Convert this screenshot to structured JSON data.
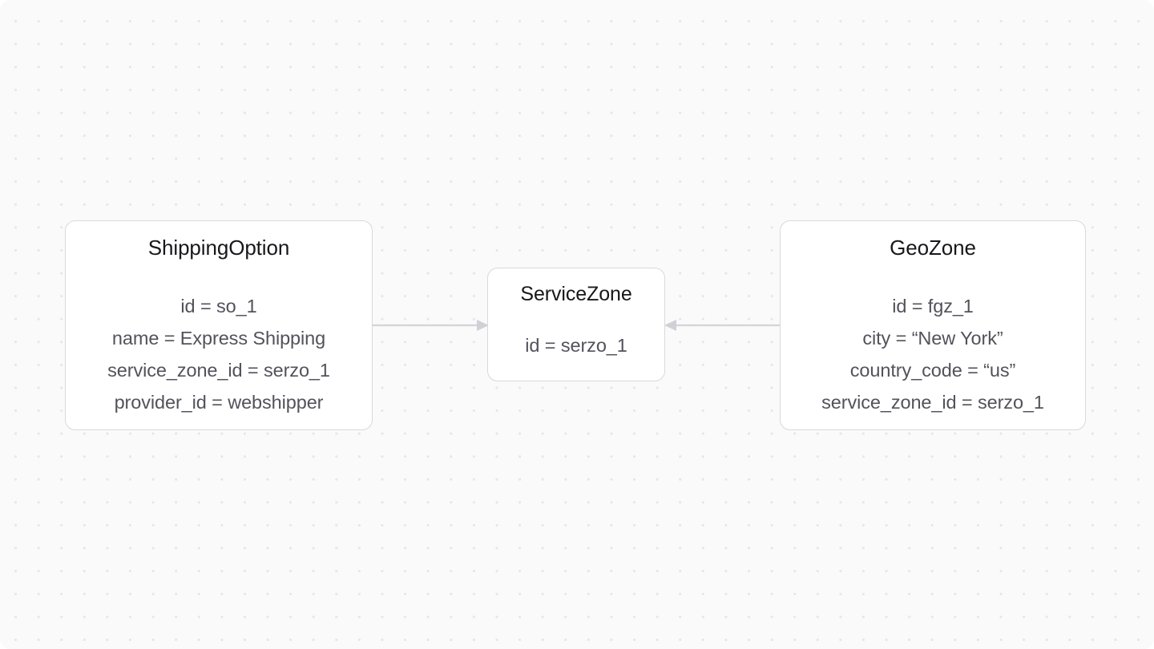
{
  "diagram": {
    "type": "entity-relationship",
    "colors": {
      "canvas_background": "#fafafa",
      "grid_dot": "#e6e6e9",
      "node_background": "#ffffff",
      "node_border": "#d9d9de",
      "title_text": "#18181b",
      "attribute_text": "#52525b",
      "edge_line": "#d4d4d8"
    },
    "nodes": [
      {
        "id": "shipping-option",
        "title": "ShippingOption",
        "attributes": [
          "id = so_1",
          "name = Express Shipping",
          "service_zone_id = serzo_1",
          "provider_id = webshipper"
        ]
      },
      {
        "id": "service-zone",
        "title": "ServiceZone",
        "attributes": [
          "id = serzo_1"
        ]
      },
      {
        "id": "geo-zone",
        "title": "GeoZone",
        "attributes": [
          "id = fgz_1",
          "city = “New York”",
          "country_code = “us”",
          "service_zone_id = serzo_1"
        ]
      }
    ],
    "edges": [
      {
        "id": "shipping-to-service",
        "from": "shipping-option",
        "to": "service-zone",
        "direction": "right",
        "label": ""
      },
      {
        "id": "geo-to-service",
        "from": "geo-zone",
        "to": "service-zone",
        "direction": "left",
        "label": ""
      }
    ]
  }
}
